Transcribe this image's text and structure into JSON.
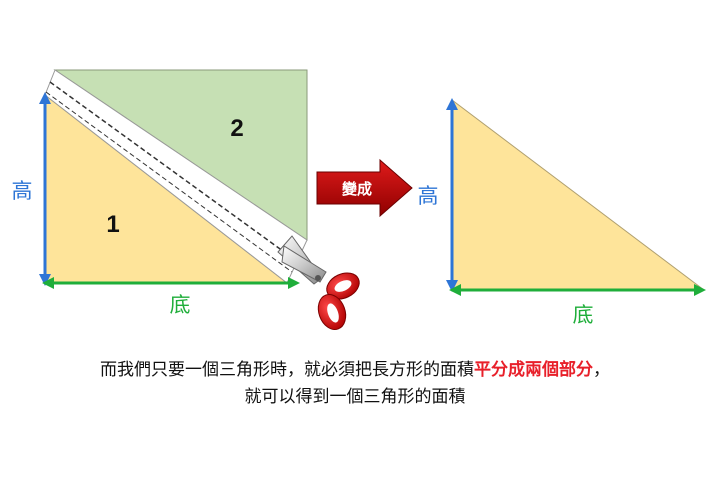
{
  "labels": {
    "height_left": "高",
    "base_left": "底",
    "piece_1": "1",
    "piece_2": "2",
    "arrow": "變成",
    "height_right": "高",
    "base_right": "底"
  },
  "caption": {
    "line1_prefix": "而我們只要一個三角形時，就必須把長方形的面積",
    "line1_emphasis": "平分成兩個部分",
    "line1_suffix": "，",
    "line2": "就可以得到一個三角形的面積"
  },
  "colors": {
    "triangle_fill": "#fee49a",
    "upper_fill": "#c6e0b4",
    "height_arrow": "#2e75d6",
    "base_arrow": "#1fae3a",
    "transform_arrow": "#c00000",
    "emphasis": "#e8202a"
  },
  "icons": [
    "scissors-icon"
  ]
}
